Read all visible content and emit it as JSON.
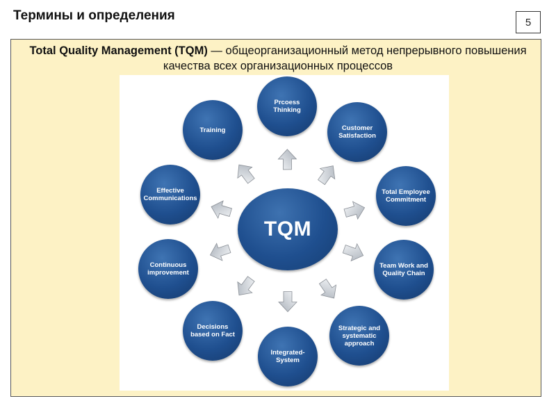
{
  "slide": {
    "title": "Термины и определения",
    "page_number": "5"
  },
  "heading": {
    "term": "Total Quality Management (TQM)",
    "definition": " — общеорганизационный метод непрерывного повышения качества всех организационных процессов"
  },
  "diagram": {
    "center_label": "TQM",
    "nodes": [
      "Prcoess Thinking",
      "Customer Satisfaction",
      "Total Employee Commitment",
      "Team Work and Quality Chain",
      "Strategic and systematic approach",
      "Integrated-System",
      "Decisions based on Fact",
      "Continuous improvement",
      "Effective Communications",
      "Training"
    ],
    "colors": {
      "node_fill": "#1f4f8f",
      "arrow_fill": "#d8dde3",
      "panel_bg": "#fdf2c5"
    }
  }
}
